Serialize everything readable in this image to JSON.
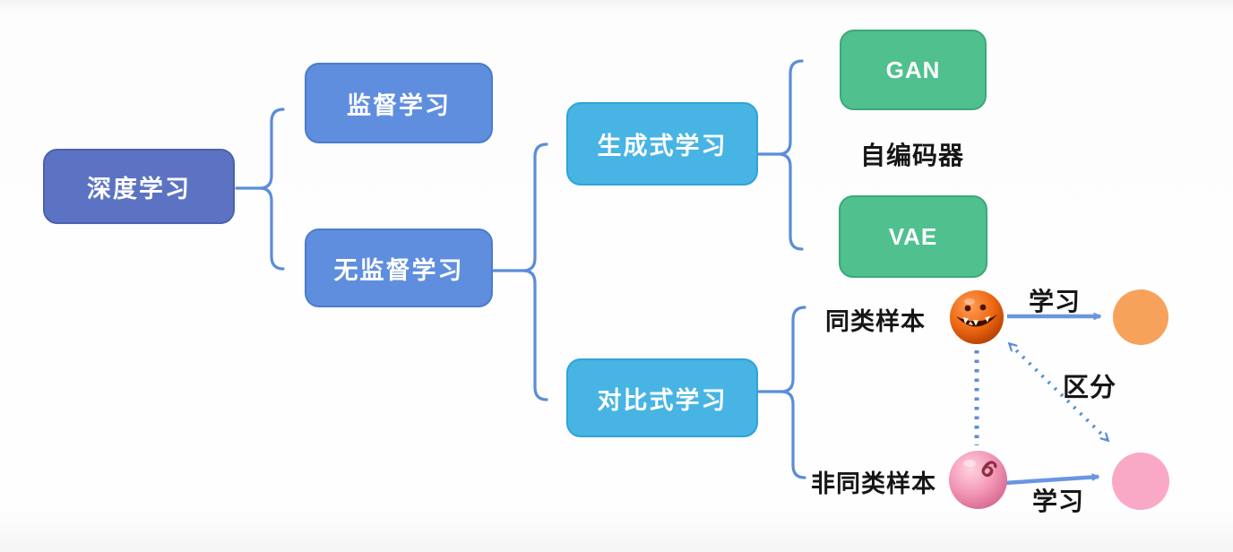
{
  "nodes": {
    "deep_learning": "深度学习",
    "supervised": "监督学习",
    "unsupervised": "无监督学习",
    "generative": "生成式学习",
    "contrastive": "对比式学习",
    "gan": "GAN",
    "autoencoder": "自编码器",
    "vae": "VAE",
    "same_class": "同类样本",
    "non_same_class": "非同类样本"
  },
  "annotations": {
    "learn_top": "学习",
    "learn_bottom": "学习",
    "distinguish": "区分",
    "pink_ball_number": "6"
  },
  "hierarchy": {
    "深度学习": [
      "监督学习",
      "无监督学习"
    ],
    "无监督学习": [
      "生成式学习",
      "对比式学习"
    ],
    "生成式学习": [
      "GAN",
      "自编码器",
      "VAE"
    ],
    "对比式学习": [
      "同类样本",
      "非同类样本"
    ]
  },
  "colors": {
    "root_box": "#5b73c2",
    "level1_box": "#5f8ede",
    "level2_box": "#47b4e4",
    "green_box": "#4fc08e",
    "connector_blue": "#5b8dd9",
    "solid_arrow_blue": "#6a95e2",
    "orange_dot": "#f7a25b",
    "pink_dot": "#f9a9c6",
    "pumpkin_ball_orange": "#ee6812",
    "pink_ball": "#f294b4",
    "label_text": "#161616",
    "box_text": "#ffffff"
  }
}
